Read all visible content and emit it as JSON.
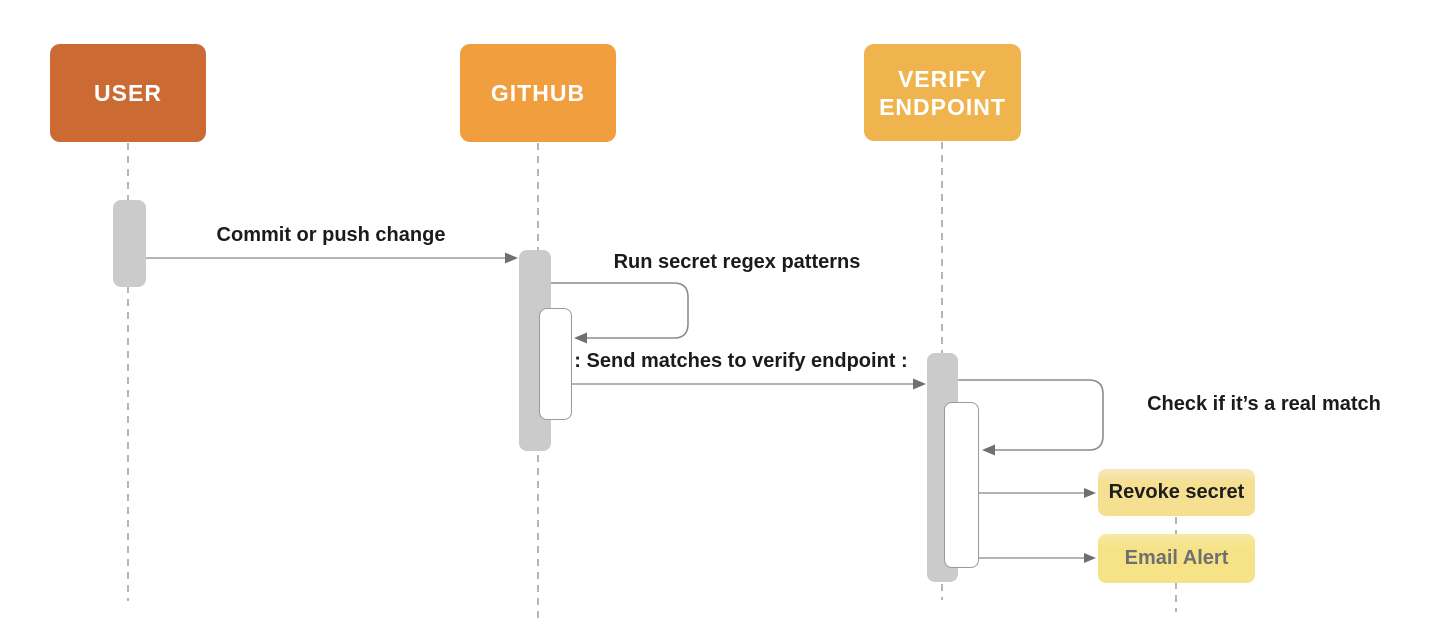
{
  "diagram": {
    "type": "sequence-diagram",
    "actors": [
      {
        "id": "user",
        "label": "USER",
        "color": "#cb6a33",
        "text_color": "#ffffff"
      },
      {
        "id": "github",
        "label": "GITHUB",
        "color": "#f09e3e",
        "text_color": "#ffffff"
      },
      {
        "id": "verify_endpoint",
        "label": "VERIFY ENDPOINT",
        "color": "#efb44e",
        "text_color": "#ffffff"
      }
    ],
    "messages": [
      {
        "from": "user",
        "to": "github",
        "label": "Commit or push change",
        "self_loop": false
      },
      {
        "from": "github",
        "to": "github",
        "label": "Run secret regex patterns",
        "self_loop": true
      },
      {
        "from": "github",
        "to": "verify_endpoint",
        "label": ": Send matches to verify endpoint :",
        "self_loop": false
      },
      {
        "from": "verify_endpoint",
        "to": "verify_endpoint",
        "label": "Check if it’s a real match",
        "self_loop": true
      },
      {
        "from": "verify_endpoint",
        "to": "revoke_secret",
        "label": "",
        "self_loop": false
      },
      {
        "from": "verify_endpoint",
        "to": "email_alert",
        "label": "",
        "self_loop": false
      }
    ],
    "notes": [
      {
        "id": "revoke_secret",
        "label": "Revoke secret",
        "color": "#f5df90",
        "text_color": "#1d1d1d"
      },
      {
        "id": "email_alert",
        "label": "Email Alert",
        "color": "#f6e287",
        "text_color": "#6f6f6f"
      }
    ],
    "style": {
      "background": "#ffffff",
      "activation_fill": "#cbcbcb",
      "lifeline_color": "#a3a3a3",
      "line_color": "#9b9b9b",
      "arrowhead_color": "#6f6f6f",
      "label_color": "#1b1b1b"
    }
  }
}
